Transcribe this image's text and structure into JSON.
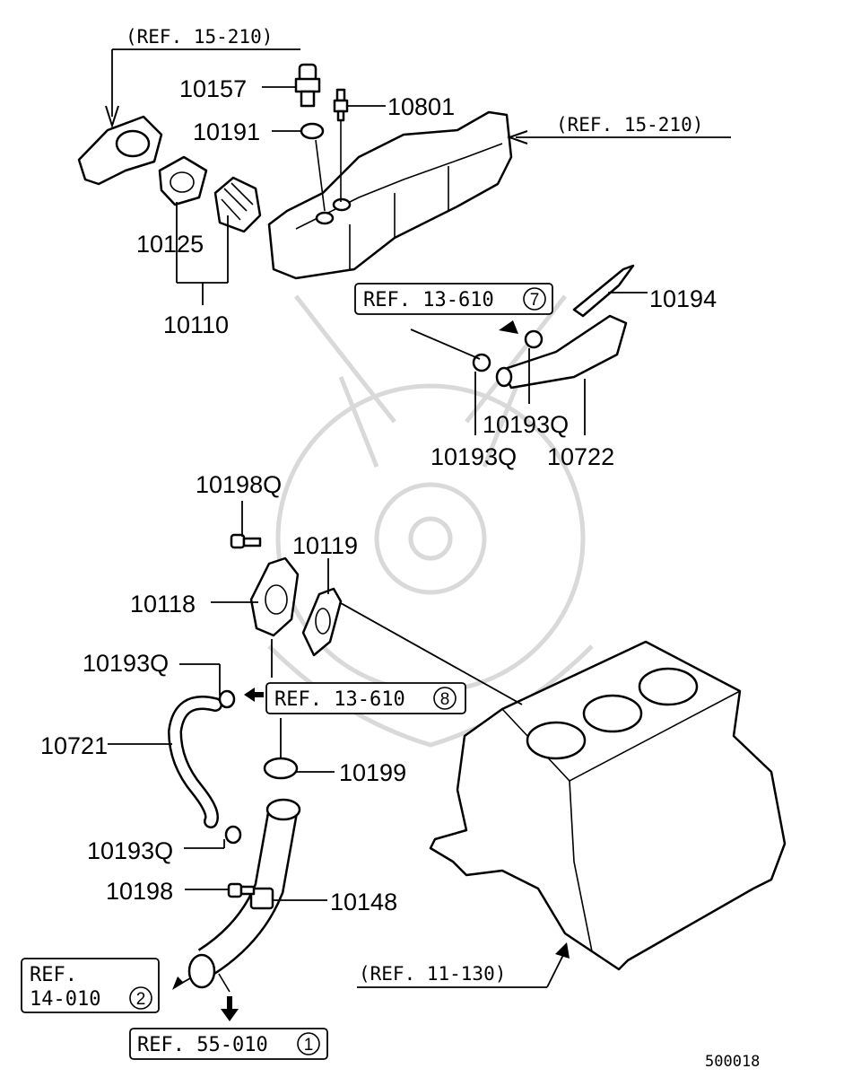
{
  "diagram": {
    "part_numbers": {
      "p10157": "10157",
      "p10801": "10801",
      "p10191": "10191",
      "p10125": "10125",
      "p10110": "10110",
      "p10194": "10194",
      "p10193q_a": "10193Q",
      "p10193q_b": "10193Q",
      "p10722": "10722",
      "p10198q": "10198Q",
      "p10119": "10119",
      "p10118": "10118",
      "p10193q_c": "10193Q",
      "p10721": "10721",
      "p10199": "10199",
      "p10193q_d": "10193Q",
      "p10198": "10198",
      "p10148": "10148"
    },
    "references": {
      "ref_15_210_top": "(REF. 15-210)",
      "ref_15_210_right": "(REF. 15-210)",
      "ref_13_610_7": "REF. 13-610",
      "ref_13_610_7_num": "7",
      "ref_13_610_8": "REF. 13-610",
      "ref_13_610_8_num": "8",
      "ref_14_010_line1": "REF.",
      "ref_14_010_line2": "14-010",
      "ref_14_010_num": "2",
      "ref_55_010": "REF. 55-010",
      "ref_55_010_num": "1",
      "ref_11_130": "(REF. 11-130)"
    },
    "diagram_code": "500018"
  }
}
